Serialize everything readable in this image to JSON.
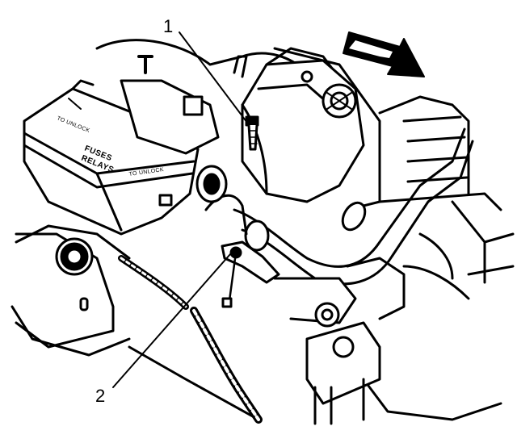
{
  "callouts": {
    "one": "1",
    "two": "2"
  },
  "fuse_box": {
    "label_line1": "FUSES",
    "label_line2": "RELAYS",
    "unlock_top": "TO UNLOCK",
    "unlock_bottom": "TO UNLOCK"
  },
  "colors": {
    "ink": "#000000",
    "paper": "#ffffff"
  },
  "icons": [
    "direction-arrow-icon"
  ]
}
